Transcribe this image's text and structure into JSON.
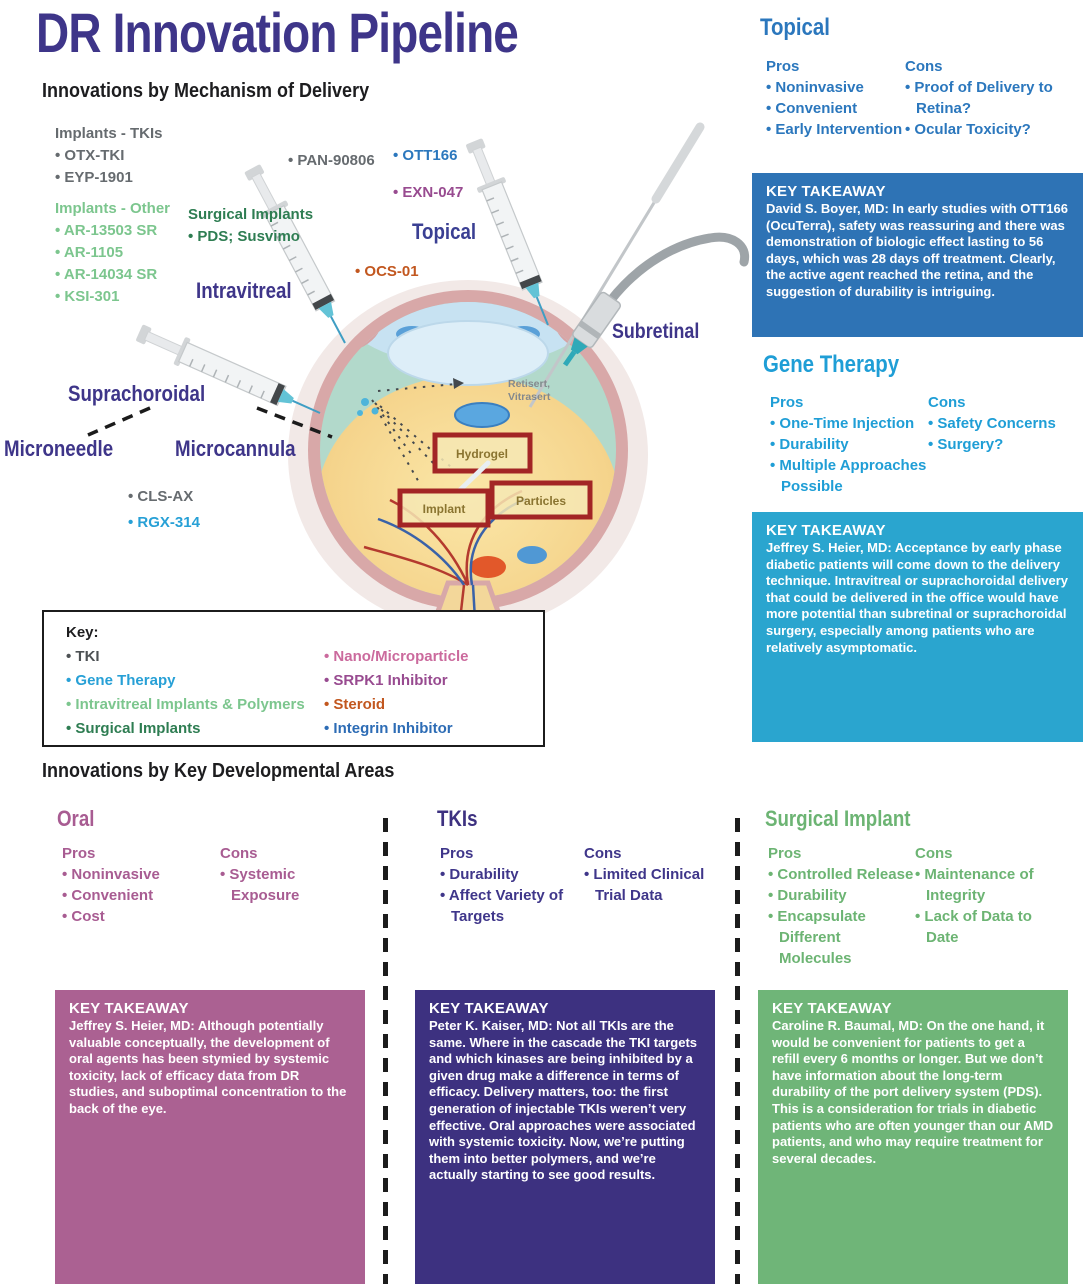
{
  "title": "DR Innovation Pipeline",
  "labels": {
    "pros": "Pros",
    "cons": "Cons",
    "takeaway": "KEY TAKEAWAY",
    "key": "Key:"
  },
  "mechanism": {
    "heading": "Innovations by Mechanism of Delivery",
    "implants_tkis": {
      "title": "Implants - TKIs",
      "items": [
        "OTX-TKI",
        "EYP-1901"
      ]
    },
    "implants_other": {
      "title": "Implants - Other",
      "items": [
        "AR-13503 SR",
        "AR-1105",
        "AR-14034 SR",
        "KSI-301"
      ]
    },
    "surgical_implants": {
      "title": "Surgical Implants",
      "items": [
        "PDS; Susvimo"
      ]
    },
    "pan": "PAN-90806",
    "ott": "OTT166",
    "exn": "EXN-047",
    "ocs": "OCS-01",
    "cls": "CLS-AX",
    "rgx": "RGX-314",
    "routes": {
      "intravitreal": "Intravitreal",
      "topical": "Topical",
      "subretinal": "Subretinal",
      "suprachoroidal": "Suprachoroidal",
      "microneedle": "Microneedle",
      "microcannula": "Microcannula"
    },
    "eye": {
      "hydrogel": "Hydrogel",
      "implant": "Implant",
      "particles": "Particles",
      "retisert": [
        "Retisert,",
        "Vitrasert"
      ]
    }
  },
  "key_legend": {
    "col1": [
      "TKI",
      "Gene Therapy",
      "Intravitreal Implants & Polymers",
      "Surgical Implants"
    ],
    "col2": [
      "Nano/Microparticle",
      "SRPK1 Inhibitor",
      "Steroid",
      "Integrin Inhibitor"
    ]
  },
  "topical_panel": {
    "title": "Topical",
    "pros": [
      "Noninvasive",
      "Convenient",
      "Early Intervention"
    ],
    "cons": [
      "Proof of Delivery to Retina?",
      "Ocular Toxicity?"
    ],
    "takeaway": "David S. Boyer, MD: In early studies with OTT166 (OcuTerra), safety was reassuring and there was demonstration of biologic effect lasting to 56 days, which was 28 days off treatment. Clearly, the active agent reached the retina, and the suggestion of durability is intriguing."
  },
  "gene_panel": {
    "title": "Gene Therapy",
    "pros": [
      "One-Time Injection",
      "Durability",
      "Multiple Approaches Possible"
    ],
    "cons": [
      "Safety Concerns",
      "Surgery?"
    ],
    "takeaway": "Jeffrey S. Heier, MD: Acceptance by early phase diabetic patients will come down to the delivery technique. Intravitreal or suprachoroidal delivery that could be delivered in the office would have more potential than subretinal or suprachoroidal surgery, especially among patients who are relatively asymptomatic."
  },
  "developmental": {
    "heading": "Innovations by Key Developmental Areas",
    "oral": {
      "title": "Oral",
      "pros": [
        "Noninvasive",
        "Convenient",
        "Cost"
      ],
      "cons": [
        "Systemic Exposure"
      ],
      "takeaway": "Jeffrey S. Heier, MD: Although potentially valuable conceptually, the development of oral agents has been stymied by systemic toxicity, lack of efficacy data from DR studies, and suboptimal concentration to the back of the eye."
    },
    "tkis": {
      "title": "TKIs",
      "pros": [
        "Durability",
        "Affect Variety of Targets"
      ],
      "cons": [
        "Limited Clinical Trial Data"
      ],
      "takeaway": "Peter K. Kaiser, MD: Not all TKIs are the same. Where in the cascade the TKI targets and which kinases are being inhibited by a given drug make a difference in terms of efficacy. Delivery matters, too: the first generation of injectable TKIs weren’t very effective. Oral approaches were associated with systemic toxicity. Now, we’re putting them into better polymers, and we’re actually starting to see good results."
    },
    "surgical": {
      "title": "Surgical Implant",
      "pros": [
        "Controlled Release",
        "Durability",
        "Encapsulate Different Molecules"
      ],
      "cons": [
        "Maintenance of Integrity",
        "Lack of Data to Date"
      ],
      "takeaway": "Caroline R. Baumal, MD: On the one hand, it would be convenient for patients to get a refill every 6 months or longer. But we don’t have information about the long-term durability of the port delivery system (PDS). This is a consideration for trials in diabetic patients who are often younger than our AMD patients, and who may require treatment for several decades."
    }
  },
  "colors": {
    "title_indigo": "#3e3589",
    "gray": "#666b6f",
    "light_green": "#7cc68e",
    "dark_green": "#2e7d52",
    "blue": "#2b77bd",
    "cyan": "#27a0d6",
    "purple": "#984b90",
    "pink": "#cb6a9d",
    "orange": "#c2571f",
    "integrin_blue": "#2d6cb5",
    "takeaway_blue": "#2e73b5",
    "takeaway_cyan": "#2aa5cf",
    "takeaway_mauve": "#ab6192",
    "takeaway_indigo": "#3d3180",
    "takeaway_green": "#6fb578"
  }
}
